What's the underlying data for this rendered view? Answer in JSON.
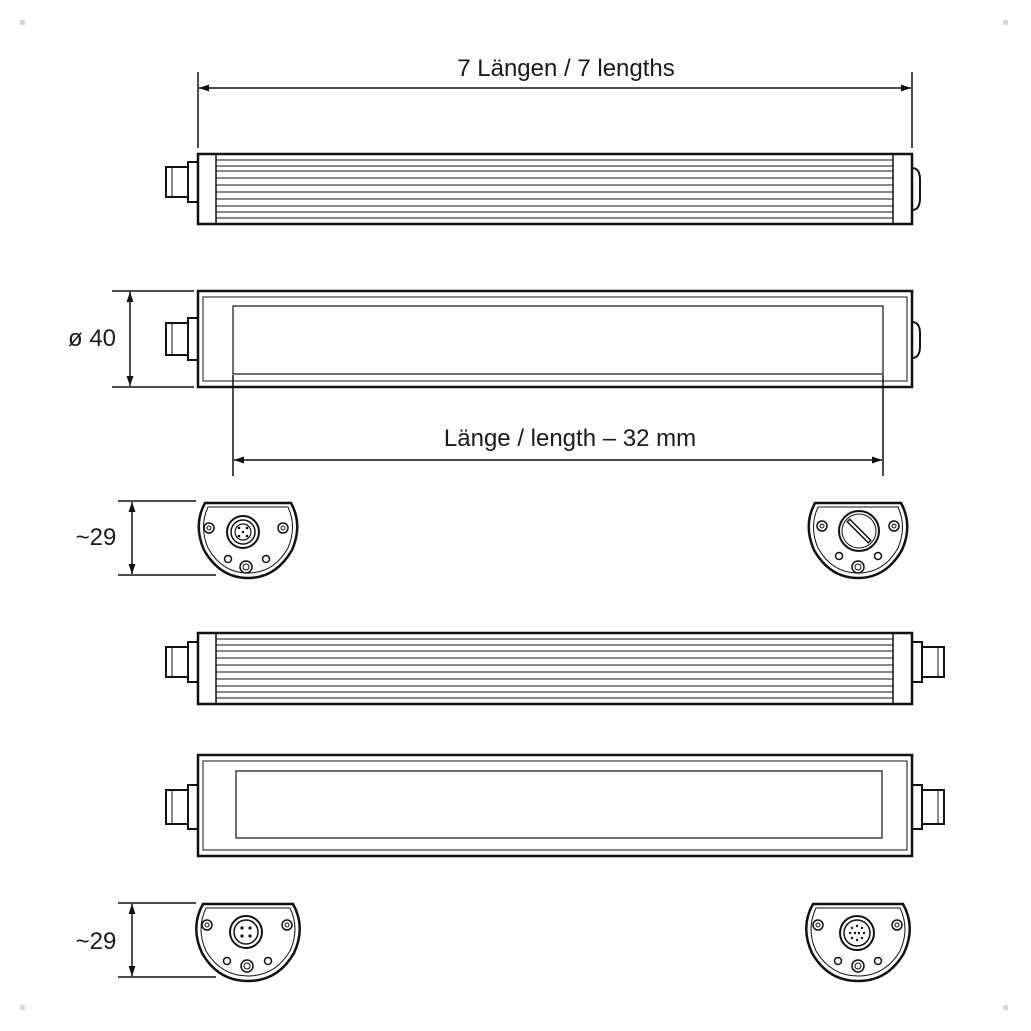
{
  "labels": {
    "overall_length": "7 Längen / 7 lengths",
    "diameter": "ø 40",
    "window_length": "Länge / length – 32 mm",
    "end_height_1": "~29",
    "end_height_2": "~29"
  }
}
